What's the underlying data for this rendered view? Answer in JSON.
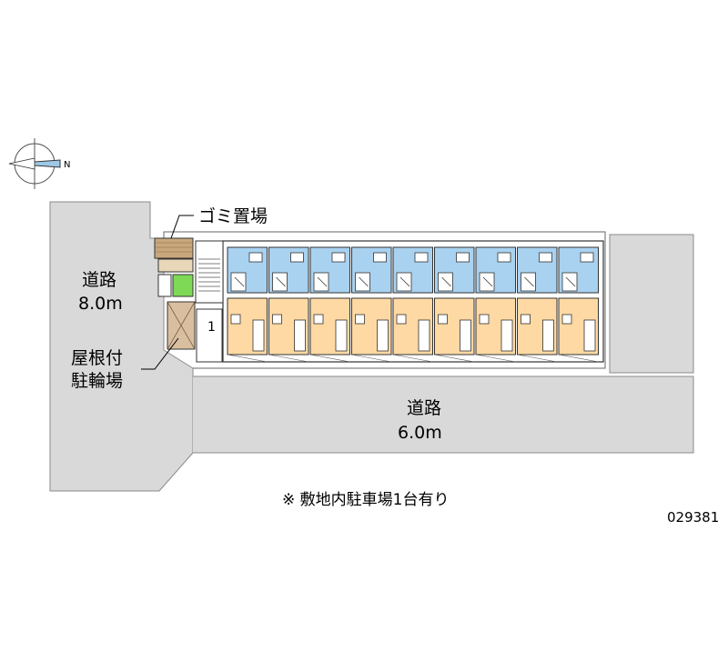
{
  "labels": {
    "road_left_name": "道路",
    "road_left_width": "8.0m",
    "road_bottom_name": "道路",
    "road_bottom_width": "6.0m",
    "garbage": "ゴミ置場",
    "bike_line1": "屋根付",
    "bike_line2": "駐輪場",
    "parking_number": "1",
    "note": "※ 敷地内駐車場1台有り",
    "property_code": "029381",
    "compass_north": "N"
  },
  "units": {
    "upper_floor_count": 9,
    "lower_floor_count": 9
  },
  "colors": {
    "road": "#d9d9d9",
    "upper_units": "#a9d2f0",
    "lower_units": "#ffd9a3",
    "garbage_area": "#c8a77d",
    "bike_area": "#d9bfa0",
    "planting": "#7ed957",
    "outline": "#333333"
  }
}
